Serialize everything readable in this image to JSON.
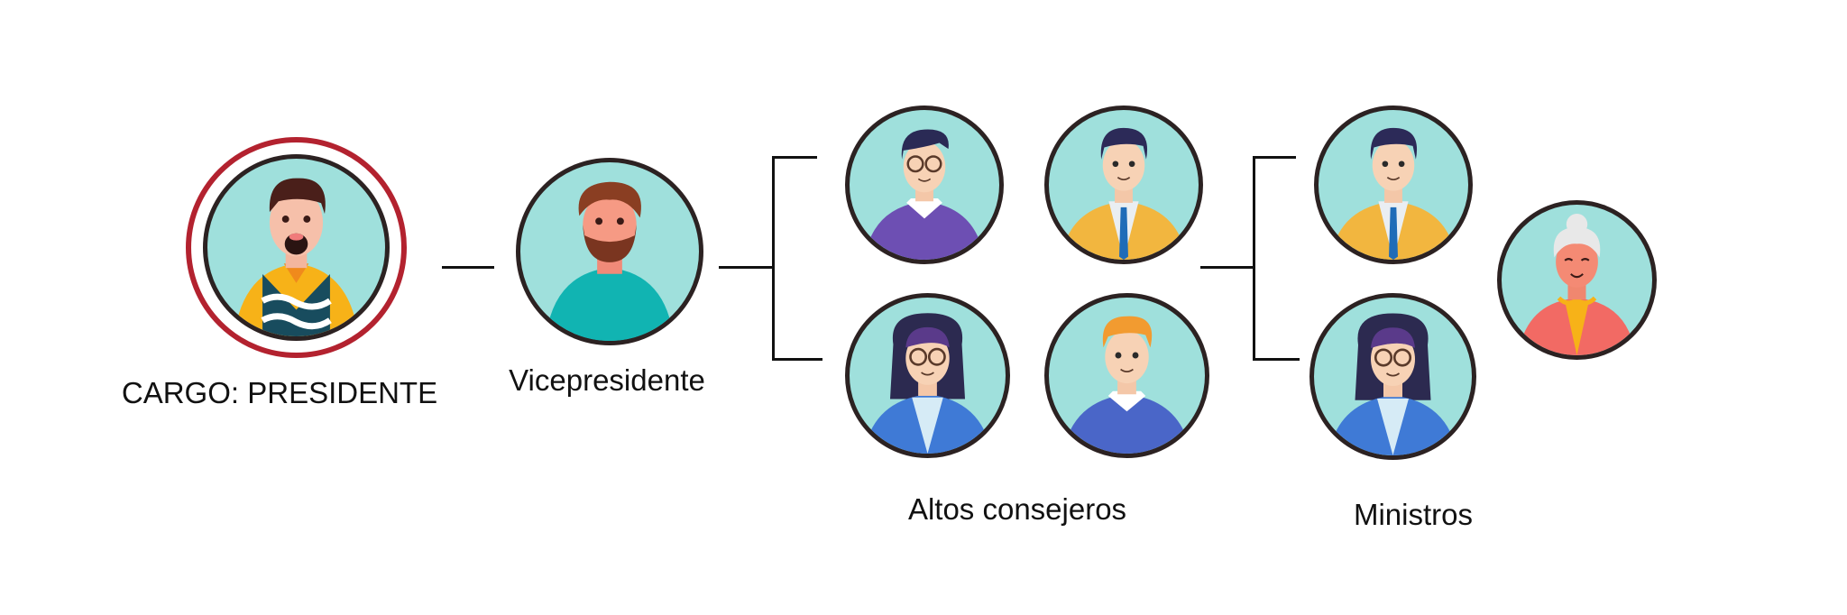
{
  "diagram": {
    "type": "org-chart",
    "levels": [
      {
        "id": "presidente",
        "label": "CARGO: PRESIDENTE",
        "highlighted": true,
        "members": [
          "man-dark-hair-beard-yellow-vest"
        ]
      },
      {
        "id": "vicepresidente",
        "label": "Vicepresidente",
        "highlighted": false,
        "members": [
          "man-brown-beard-teal-shirt"
        ]
      },
      {
        "id": "altos-consejeros",
        "label": "Altos consejeros",
        "highlighted": false,
        "members": [
          "man-glasses-purple-sweater",
          "man-yellow-suit-blue-tie",
          "woman-glasses-blue-jacket",
          "man-orange-hair-blue-sweater"
        ]
      },
      {
        "id": "ministros",
        "label": "Ministros",
        "highlighted": false,
        "members": [
          "man-yellow-suit-blue-tie",
          "woman-glasses-blue-jacket",
          "elderly-woman-white-hair-coral-cardigan"
        ]
      }
    ],
    "edges": [
      {
        "from": "presidente",
        "to": "vicepresidente"
      },
      {
        "from": "vicepresidente",
        "to": "altos-consejeros"
      },
      {
        "from": "altos-consejeros",
        "to": "ministros"
      }
    ]
  },
  "labels": {
    "presidente": "CARGO: PRESIDENTE",
    "vicepresidente": "Vicepresidente",
    "altos_consejeros": "Altos consejeros",
    "ministros": "Ministros"
  },
  "colors": {
    "highlight_ring": "#b3222f",
    "avatar_bg": "#9fe0dc",
    "avatar_border": "#2c2222",
    "connector": "#111111"
  }
}
